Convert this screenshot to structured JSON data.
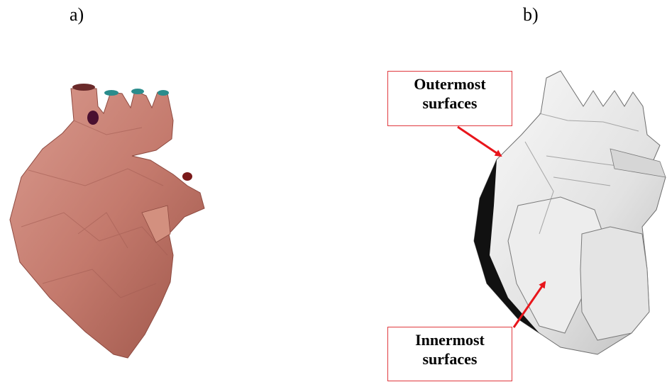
{
  "panels": {
    "a": {
      "label": "a)"
    },
    "b": {
      "label": "b)"
    }
  },
  "callouts": {
    "outer": {
      "line1": "Outermost",
      "line2": "surfaces"
    },
    "inner": {
      "line1": "Innermost",
      "line2": "surfaces"
    }
  },
  "colors": {
    "heart_a": "#c87e72",
    "heart_b": "#e6e6e6",
    "arrow": "#e8151b",
    "callout_border": "#e0393e"
  }
}
